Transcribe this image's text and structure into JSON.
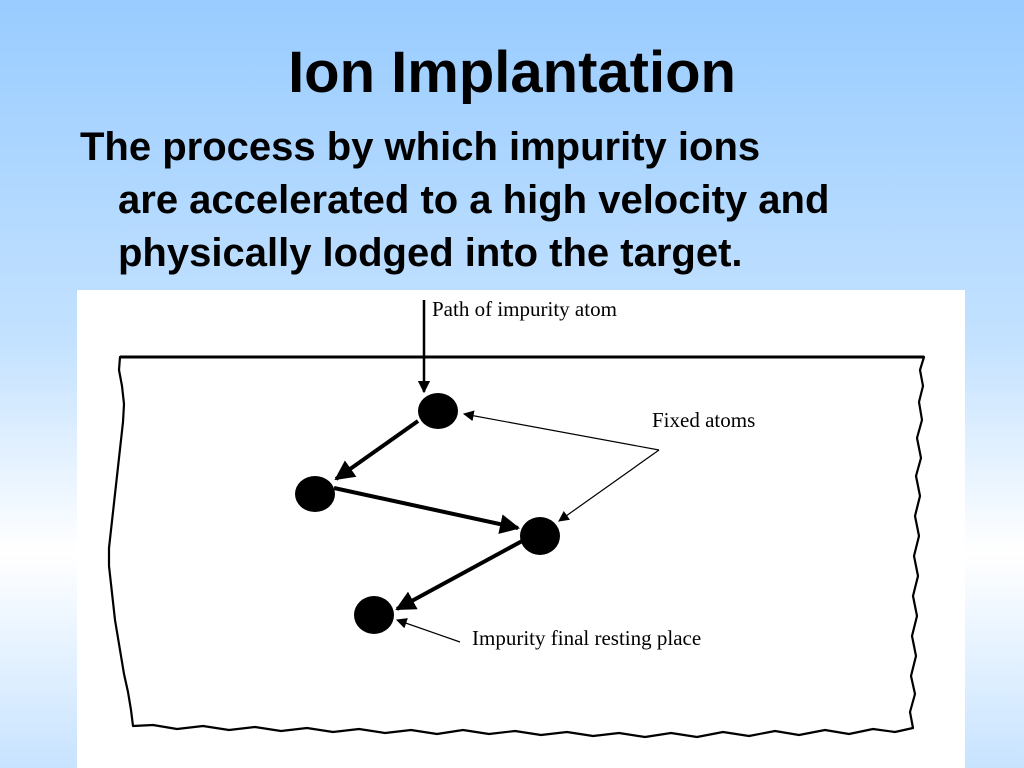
{
  "slide": {
    "title": "Ion Implantation",
    "body_lines": [
      "The process by which impurity ions",
      "are accelerated to a high velocity and",
      "physically lodged into the target."
    ]
  },
  "diagram": {
    "labels": {
      "path": "Path of impurity atom",
      "fixed": "Fixed atoms",
      "resting": "Impurity final resting place"
    }
  }
}
